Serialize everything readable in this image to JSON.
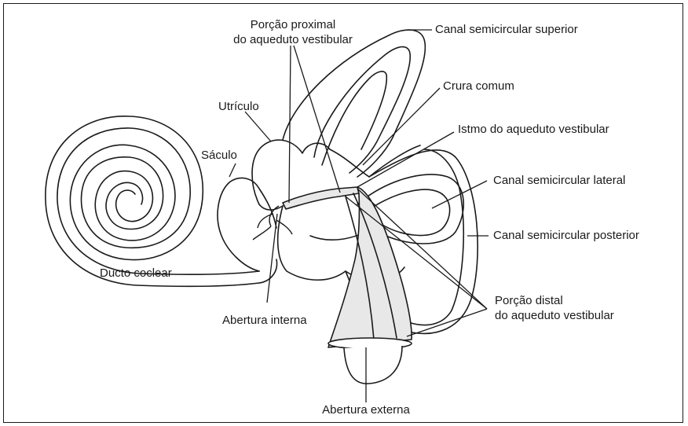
{
  "diagram": {
    "labels": {
      "canal_superior": "Canal semicircular superior",
      "porcao_proximal_line1": "Porção proximal",
      "porcao_proximal_line2": "do aqueduto vestibular",
      "crura_comum": "Crura comum",
      "utriculo": "Utrículo",
      "istmo": "Istmo do aqueduto vestibular",
      "saculo": "Sáculo",
      "canal_lateral": "Canal semicircular lateral",
      "canal_posterior": "Canal semicircular posterior",
      "ducto_coclear": "Ducto coclear",
      "porcao_distal_line1": "Porção distal",
      "porcao_distal_line2": "do aqueduto vestibular",
      "abertura_interna": "Abertura interna",
      "abertura_externa": "Abertura externa"
    },
    "colors": {
      "line": "#1a1a1a",
      "fill": "#ffffff",
      "aqueduct_fill": "#e8e8e8"
    }
  }
}
